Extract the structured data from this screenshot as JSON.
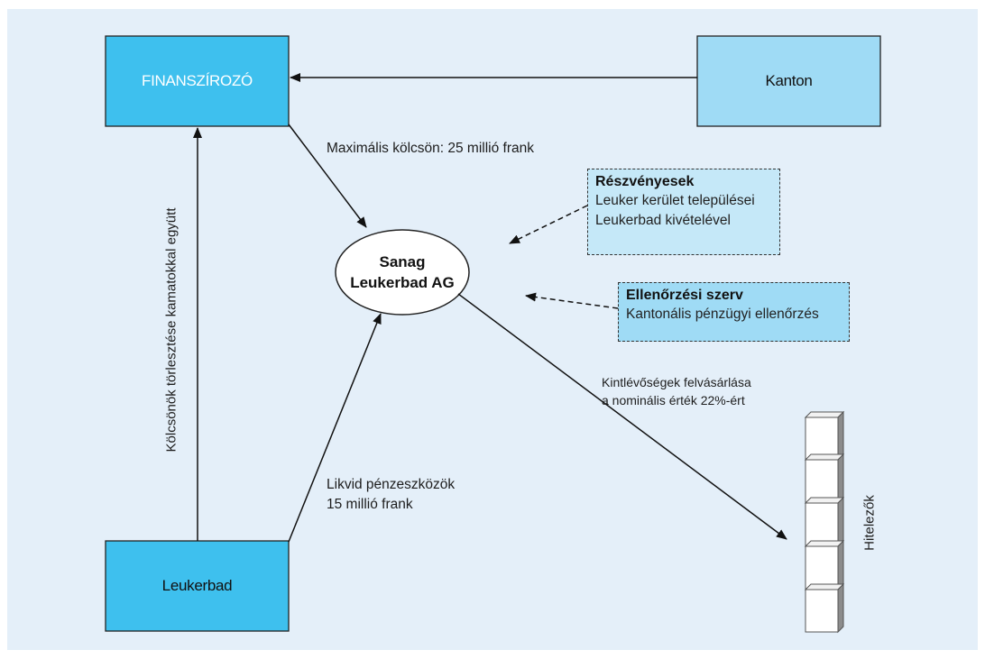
{
  "nodes": {
    "finanszirozo": "FINANSZÍROZÓ",
    "kanton": "Kanton",
    "leukerbad": "Leukerbad",
    "sanag_line1": "Sanag",
    "sanag_line2": "Leukerbad AG",
    "hitelezok": "Hitelezők"
  },
  "info_boxes": {
    "reszvenyesek": {
      "title": "Részvényesek",
      "lines": [
        "Leuker kerület települései",
        "Leukerbad kivételével"
      ]
    },
    "ellenorzesi": {
      "title": "Ellenőrzési szerv",
      "lines": [
        "Kantonális pénzügyi ellenőrzés"
      ]
    }
  },
  "edge_labels": {
    "max_kolcson": "Maximális kölcsön: 25 millió frank",
    "torlesztes": "Kölcsönök törlesztése kamatokkal együtt",
    "likvid_1": "Likvid pénzeszközök",
    "likvid_2": "15 millió frank",
    "kintlevosegek_1": "Kintlévőségek felvásárlása",
    "kintlevosegek_2": "a nominális érték 22%-ért"
  },
  "colors": {
    "background": "#e4eff9",
    "dark_box": "#3ec0ee",
    "light_box": "#9fdbf5",
    "info_light": "#c5e8f8",
    "info_medium": "#9fdbf5"
  }
}
